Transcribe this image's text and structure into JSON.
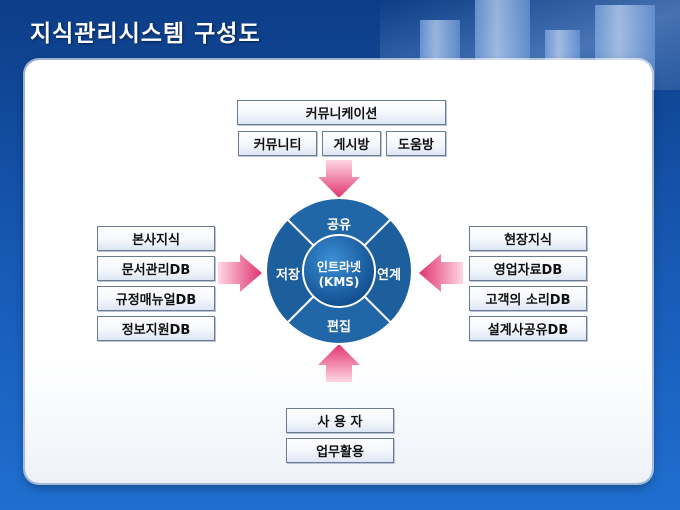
{
  "title": "지식관리시스템 구성도",
  "center": {
    "line1": "인트라넷",
    "line2": "(KMS)"
  },
  "wheel": {
    "top": "공유",
    "right": "연계",
    "bottom": "편집",
    "left": "저장"
  },
  "top_group": {
    "header": "커뮤니케이션",
    "items": [
      "커뮤니티",
      "게시방",
      "도움방"
    ]
  },
  "left_group": {
    "items": [
      "본사지식",
      "문서관리DB",
      "규정매뉴얼DB",
      "정보지원DB"
    ]
  },
  "right_group": {
    "items": [
      "현장지식",
      "영업자료DB",
      "고객의 소리DB",
      "설계사공유DB"
    ]
  },
  "bottom_group": {
    "items": [
      "사 용 자",
      "업무활용"
    ]
  },
  "colors": {
    "wheel_dark": "#1c5f9c",
    "wheel_light": "#4e95d0",
    "arrow": "#e0336f",
    "background": "#1656b0"
  }
}
